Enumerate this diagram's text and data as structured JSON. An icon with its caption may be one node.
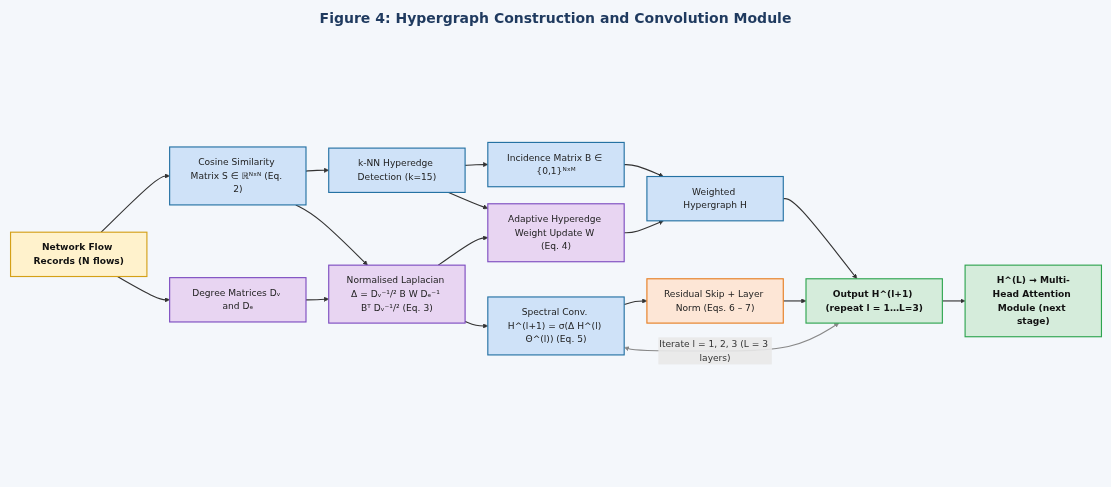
{
  "diagram": {
    "title": "Figure 4: Hypergraph Construction and Convolution Module",
    "nodes": [
      {
        "text": [
          "Network Flow Records (N flows)"
        ]
      },
      {
        "text": [
          "Cosine Similarity Matrix S ∈ ℝᴺˣᴺ (Eq. 2)"
        ]
      },
      {
        "text": [
          "k-NN Hyperedge Detection (k=15)"
        ]
      },
      {
        "text": [
          "Incidence Matrix B ∈ {0,1}ᴺˣᴹ"
        ]
      },
      {
        "text": [
          "Degree Matrices Dᵥ and Dₑ"
        ]
      },
      {
        "text": [
          "Normalised Laplacian Δ = Dᵥ⁻¹/² B W Dₑ⁻¹ Bᵀ Dᵥ⁻¹/² (Eq. 3)"
        ]
      },
      {
        "text": [
          "Adaptive Hyperedge Weight Update W (Eq. 4)"
        ]
      },
      {
        "text": [
          "Weighted Hypergraph H"
        ]
      },
      {
        "text": [
          "Spectral Conv. H^(l+1) = σ(Δ H^(l) Θ^(l)) (Eq. 5)"
        ]
      },
      {
        "text": [
          "Residual Skip + Layer Norm (Eqs. 6 – 7)"
        ]
      },
      {
        "text": [
          "Output H^(l+1) (repeat l = 1…L=3)"
        ]
      },
      {
        "text": [
          "H^(L) → Multi-Head Attention Module (next stage)"
        ]
      }
    ],
    "edges": [
      {
        "from": 0,
        "to": 1,
        "arrow": "to"
      },
      {
        "from": 1,
        "to": 2,
        "arrow": "to"
      },
      {
        "from": 2,
        "to": 3,
        "arrow": "to"
      },
      {
        "from": 0,
        "to": 4,
        "arrow": "to"
      },
      {
        "from": 1,
        "to": 5,
        "arrow": "to"
      },
      {
        "from": 2,
        "to": 6,
        "arrow": "to"
      },
      {
        "from": 3,
        "to": 7,
        "arrow": "to"
      },
      {
        "from": 4,
        "to": 5,
        "arrow": "to"
      },
      {
        "from": 5,
        "to": 6,
        "arrow": "to"
      },
      {
        "from": 6,
        "to": 7,
        "arrow": "to"
      },
      {
        "from": 7,
        "to": 10,
        "arrow": "to"
      },
      {
        "from": 5,
        "to": 8,
        "arrow": "to"
      },
      {
        "from": 8,
        "to": 9,
        "arrow": "to"
      },
      {
        "from": 9,
        "to": 10,
        "arrow": "to"
      },
      {
        "from": 10,
        "to": 11,
        "arrow": "to"
      },
      {
        "from": 8,
        "to": 10,
        "arrow": "both",
        "label": "Iterate l = 1, 2, 3 (L = 3 layers)",
        "color": "#888888"
      }
    ]
  }
}
